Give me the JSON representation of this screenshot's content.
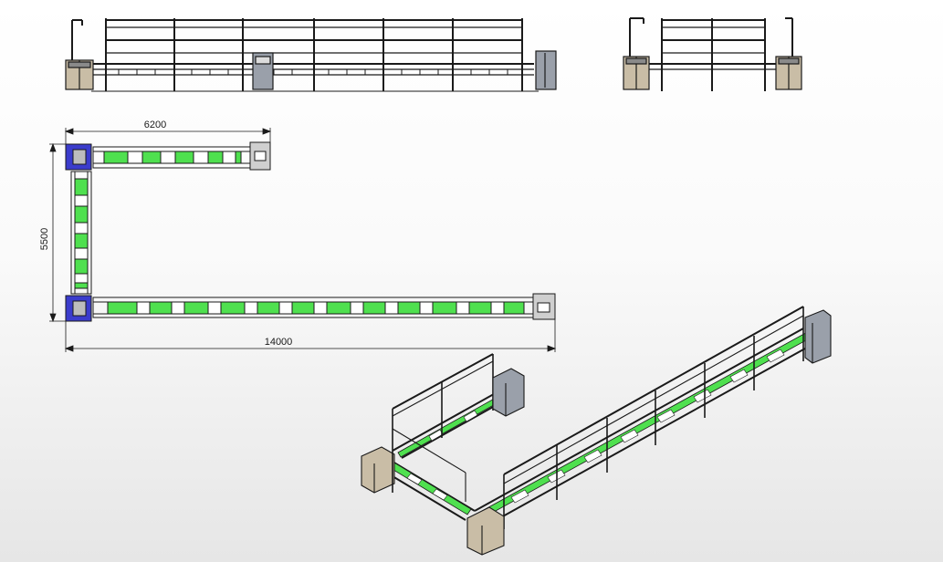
{
  "dimensions": {
    "top_width": "6200",
    "height": "5500",
    "bottom_width": "14000"
  },
  "colors": {
    "background_top": "#ffffff",
    "background_bottom": "#e9e9e9",
    "line": "#1a1a1a",
    "conveyor_green": "#4fe04f",
    "turn_module_blue": "#3b3ccc",
    "cabinet_beige": "#c9bda6",
    "cabinet_grey": "#9aa0aa"
  }
}
